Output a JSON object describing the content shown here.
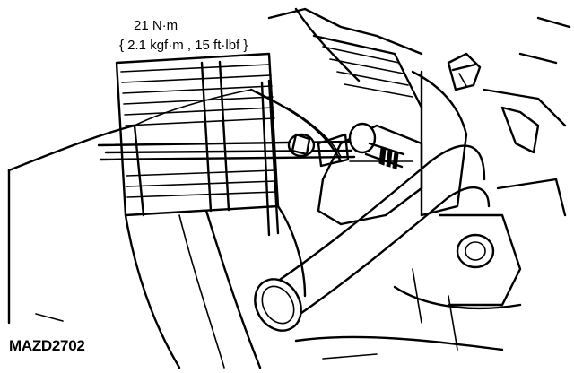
{
  "torque": {
    "value": "21 N·m",
    "alternates": "{ 2.1 kgf·m , 15 ft·lbf }"
  },
  "figure_code": "MAZD2702"
}
